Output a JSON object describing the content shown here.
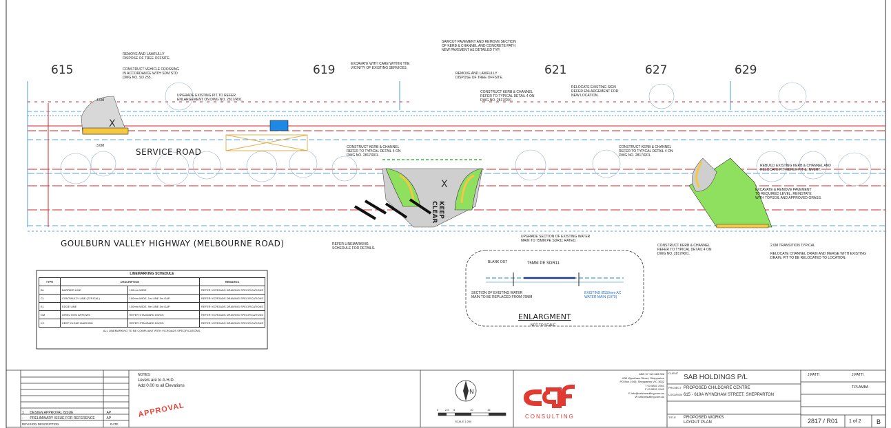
{
  "lot_numbers": [
    "615",
    "619",
    "621",
    "627",
    "629"
  ],
  "road_labels": {
    "service_road": "SERVICE ROAD",
    "highway": "GOULBURN VALLEY HIGHWAY (MELBOURNE ROAD)"
  },
  "annotations": {
    "remove_tree_615": "REMOVE AND LAWFULLY\nDISPOSE OF TREE OFFSITE.",
    "vehicle_crossing": "CONSTRUCT VEHICLE CROSSING\nIN ACCORDANCE WITH SDM STD\nDWG No. SD 255.",
    "upgrade_pit": "UPGRADE EXISTING PIT TO REFER\nENLARGEMENT ON DWG No. 2817/R01.",
    "excavate": "EXCAVATE WITH CARE WITHIN THE\nVICINITY OF EXISTING SERVICES.",
    "sawcut": "SAWCUT PAVEMENT AND REMOVE SECTION\nOF KERB & CHANNEL AND CONCRETE PATH\nNEW PAVEMENT AS DETAILED TYP.",
    "remove_tree_619": "REMOVE AND LAWFULLY\nDISPOSE OF TREE OFFSITE.",
    "construct_kc_top": "CONSTRUCT KERB & CHANNEL\nREFER TO TYPICAL DETAIL 4 ON\nDWG No. 2817/R01.",
    "relocate_sign": "RELOCATE EXISTING SIGN\nREFER ENLARGEMENT FOR\nNEW LOCATION.",
    "construct_kc_mid": "CONSTRUCT KERB & CHANNEL\nREFER TO TYPICAL DETAIL 4 ON\nDWG No. 2817/R01.",
    "construct_kc_right": "CONSTRUCT KERB & CHANNEL\nREFER TO TYPICAL DETAIL 4 ON\nDWG No. 2817/R01.",
    "rebuild_kc": "REBUILD EXISTING KERB & CHANNEL AND\nRELOCATE PIT REFER PIT & INVERT.",
    "excavate_pavement": "EXCAVATE & REMOVE PAVEMENT\nTO REQUIRED LEVEL, REINSTATE\nWITH TOPSOIL AND APPROVED GRASS.",
    "linemarking_ref": "REFER LINEMARKING\nSCHEDULE FOR DETAILS.",
    "upgrade_water": "UPGRADE SECTION OF EXISTING WATER\nMAIN TO 75mm PE SDR11 RATED.",
    "construct_kc_bottom": "CONSTRUCT KERB & CHANNEL\nREFER TO TYPICAL DETAIL 4 ON\nDWG No. 2817/R01.",
    "transition": "2.0m TRANSITION TYPICAL",
    "relocate_drain": "RELOCATE CHANNEL DRAIN AND MERGE WITH EXISTING\nDRAIN. PIT TO BE RELOCATED TO LOCATION."
  },
  "keep_clear": [
    "KEEP",
    "CLEAR"
  ],
  "dims": {
    "left_a": "4.0m",
    "left_b": "3.0m"
  },
  "enlargement": {
    "title": "ENLARGMENT",
    "scale": "NOT TO SCALE",
    "label_water": "75mm PE SDR11",
    "label_existing": "EXISTING Ø150mm AC\nWATER MAIN (1970)",
    "label_section": "SECTION OF EXISTING WATER\nMAIN TO BE REPLACED FROM 75mm",
    "label_blank": "BLANK OUT"
  },
  "linemarking_schedule": {
    "title": "LINEMARKING SCHEDULE",
    "headers": [
      "TYPE",
      "DESCRIPTION",
      "",
      "REMARKS"
    ],
    "rows": [
      [
        "BL",
        "BARRIER LINE",
        "100mm WIDE",
        "REFER VICROADS DRAWING SPECIFICATIONS"
      ],
      [
        "CL",
        "CONTINUITY LINE (TYPICAL)",
        "100mm WIDE, 1m LINE 3m GAP",
        "REFER VICROADS DRAWING SPECIFICATIONS"
      ],
      [
        "EL",
        "EDGE LINE",
        "100mm WIDE, 9m LINE 3m GAP",
        "REFER VICROADS DRAWING SPECIFICATIONS"
      ],
      [
        "DM",
        "DIRECTION ARROWS",
        "REFER STANDARD DWGS",
        "REFER VICROADS DRAWING SPECIFICATIONS"
      ],
      [
        "KC",
        "KEEP CLEAR MARKING",
        "REFER STANDARD DWGS",
        "REFER VICROADS DRAWING SPECIFICATIONS"
      ]
    ],
    "footnote": "ALL LINEMARKING TO BE COMPLIANT WITH VICROADS SPECIFICATIONS."
  },
  "title_block": {
    "notes_title": "NOTES:",
    "notes_line1": "Levels are to A.H.D.",
    "notes_line2": "Add 0.00 to all Elevations",
    "approval": "APPROVAL",
    "rev_rows": [
      {
        "rev": "1",
        "desc": "DESIGN APPROVAL ISSUE",
        "by": "AP"
      },
      {
        "rev": "-",
        "desc": "PRELIMINARY ISSUE FOR REFERENCE",
        "by": "AP"
      }
    ],
    "rev_header": "REVISION DESCRIPTION",
    "rev_date_header": "DATE",
    "company_name": "CONSULTING",
    "company_address": "ABN 57 110 680 006\n4/30 Wyndham Street, Shepparton\nPO Box 1049, Shepparton VIC 3632\nT 03 5831 2941\nF 03 5831 2942\nE info@cafconsulting.com.au\nW cafconsulting.com.au",
    "client_label": "CLIENT",
    "client": "SAB HOLDINGS P/L",
    "project_label": "PROJECT",
    "project": "PROPOSED CHILDCARE CENTRE",
    "location_label": "LOCATION",
    "location": "615 - 619A WYNDHAM STREET, SHEPPARTON",
    "title_label": "TITLE",
    "title": "PROPOSED WORKS\nLAYOUT PLAN",
    "drawn": "J.PATTI",
    "checked": "J.PATTI",
    "approved": "T.PLAMBA",
    "drawing_no": "2817 / R01",
    "sheet": "1 of 2",
    "revision": "B",
    "scale_label": "SCALE 1:250",
    "scale_ticks": [
      "0",
      "2.5",
      "5",
      "10",
      "15"
    ]
  }
}
